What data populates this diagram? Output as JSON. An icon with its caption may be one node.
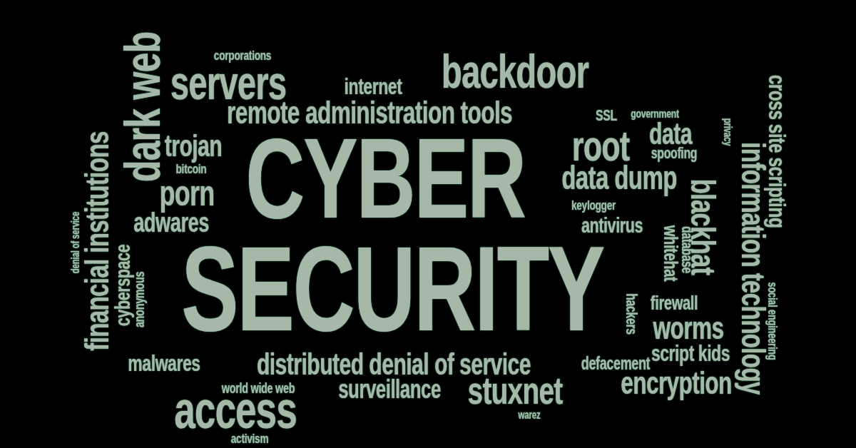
{
  "diagram": {
    "labels": [
      "corporations",
      "servers",
      "internet",
      "backdoor",
      "dark web",
      "cross site scripting",
      "remote administration tools",
      "SSL",
      "government",
      "privacy",
      "information technology",
      "CYBER",
      "trojan",
      "root",
      "data",
      "spoofing",
      "bitcoin",
      "data dump",
      "blackhat",
      "porn",
      "keylogger",
      "database",
      "whitehat",
      "adwares",
      "antivirus",
      "financial institutions",
      "denial of service",
      "SECURITY",
      "cyberspace",
      "anonymous",
      "hackers",
      "firewall",
      "social engineering",
      "worms",
      "script kids",
      "malwares",
      "distributed denial of service",
      "defacement",
      "world wide web",
      "surveillance",
      "stuxnet",
      "encryption",
      "access",
      "warez",
      "activism"
    ]
  }
}
